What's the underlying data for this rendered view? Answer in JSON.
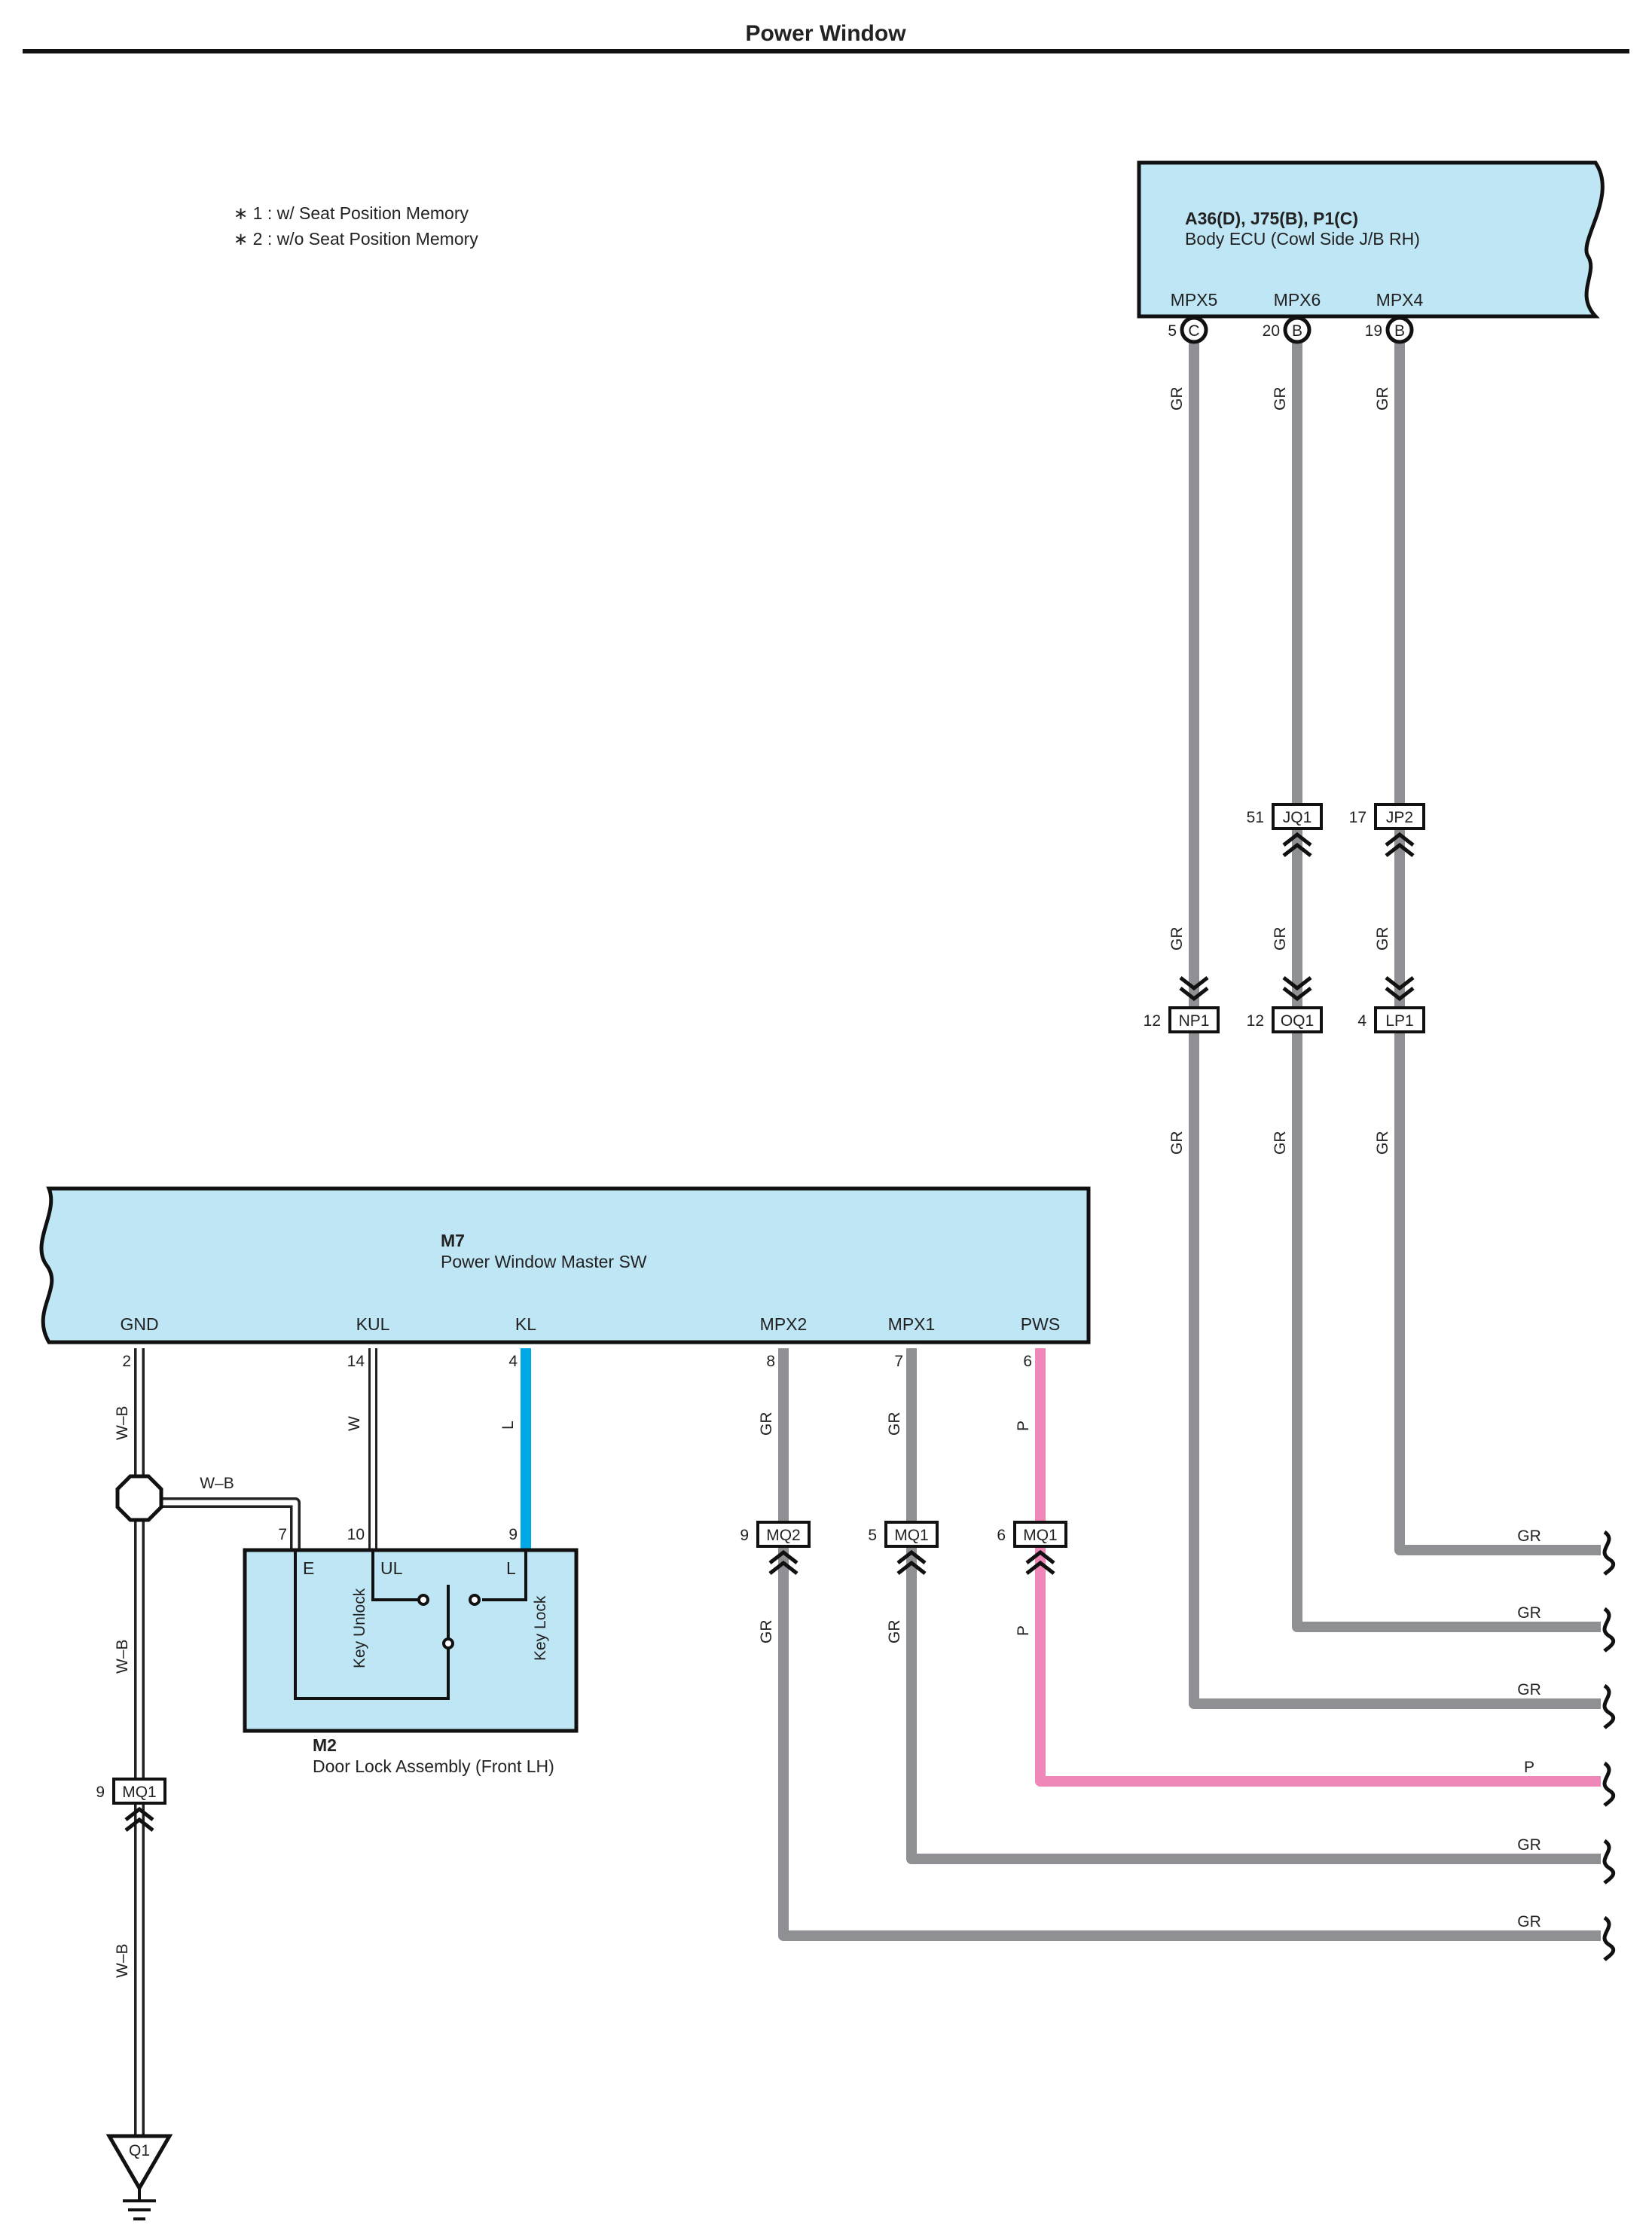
{
  "title": "Power Window",
  "notes": [
    "∗ 1 : w/ Seat Position Memory",
    "∗ 2 : w/o Seat Position Memory"
  ],
  "colors": {
    "box_fill": "#bfe6f5",
    "wire_GR": "#8f9094",
    "wire_L": "#00a8e8",
    "wire_P": "#ef87b8",
    "wire_W": "#ffffff",
    "outline": "#111111"
  },
  "body_ecu": {
    "id": "A36(D), J75(B), P1(C)",
    "name": "Body ECU (Cowl Side J/B RH)",
    "pins": [
      {
        "name": "MPX5",
        "num": "5",
        "conn": "C"
      },
      {
        "name": "MPX6",
        "num": "20",
        "conn": "B"
      },
      {
        "name": "MPX4",
        "num": "19",
        "conn": "B"
      }
    ]
  },
  "master_sw": {
    "id": "M7",
    "name": "Power Window Master SW",
    "pins": [
      {
        "name": "GND",
        "num": "2"
      },
      {
        "name": "KUL",
        "num": "14"
      },
      {
        "name": "KL",
        "num": "4"
      },
      {
        "name": "MPX2",
        "num": "8"
      },
      {
        "name": "MPX1",
        "num": "7"
      },
      {
        "name": "PWS",
        "num": "6"
      }
    ]
  },
  "door_lock": {
    "id": "M2",
    "name": "Door Lock Assembly (Front LH)",
    "pins": [
      {
        "name": "E",
        "num": "7"
      },
      {
        "name": "UL",
        "num": "10"
      },
      {
        "name": "L",
        "num": "9"
      }
    ],
    "switch_labels": [
      "Key Unlock",
      "Key Lock"
    ]
  },
  "connectors": {
    "jq1": {
      "num": "51",
      "name": "JQ1"
    },
    "jp2": {
      "num": "17",
      "name": "JP2"
    },
    "np1": {
      "num": "12",
      "name": "NP1"
    },
    "oq1": {
      "num": "12",
      "name": "OQ1"
    },
    "lp1": {
      "num": "4",
      "name": "LP1"
    },
    "mq2": {
      "num": "9",
      "name": "MQ2"
    },
    "mq1a": {
      "num": "5",
      "name": "MQ1"
    },
    "mq1b": {
      "num": "6",
      "name": "MQ1"
    },
    "mq1c": {
      "num": "9",
      "name": "MQ1"
    }
  },
  "ground": "Q1",
  "wire_colors": {
    "gr": "GR",
    "wb": "W–B",
    "w": "W",
    "l": "L",
    "p": "P"
  }
}
